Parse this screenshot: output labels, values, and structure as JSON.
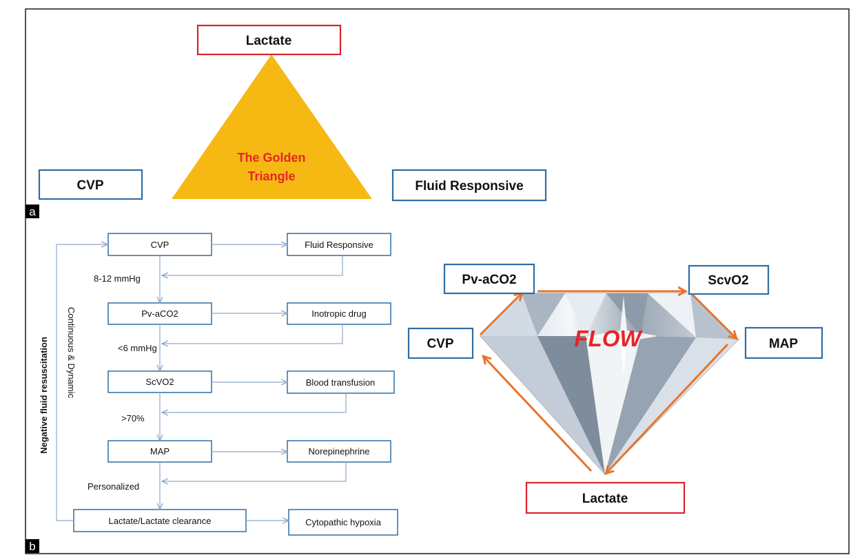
{
  "panel_a": {
    "label": "a",
    "top_node": "Lactate",
    "center_line1": "The Golden",
    "center_line2": "Triangle",
    "left_node": "CVP",
    "right_node": "Fluid Responsive"
  },
  "panel_b": {
    "label": "b",
    "flow_main": [
      "CVP",
      "Pv-aCO2",
      "ScVO2",
      "MAP",
      "Lactate/Lactate clearance"
    ],
    "flow_side": [
      "Fluid Responsive",
      "Inotropic drug",
      "Blood transfusion",
      "Norepinephrine",
      "Cytopathic hypoxia"
    ],
    "thresholds": [
      "8-12 mmHg",
      "<6 mmHg",
      ">70%",
      "Personalized"
    ],
    "vertical_outer": "Negative fluid resuscitation",
    "vertical_inner": "Continuous & Dynamic",
    "diamond": {
      "center": "FLOW",
      "top_left": "Pv-aCO2",
      "top_right": "ScvO2",
      "left": "CVP",
      "right": "MAP",
      "bottom": "Lactate"
    }
  },
  "colors": {
    "blue_border": "#2e6da4",
    "red_border": "#d9232d",
    "triangle": "#f6b914",
    "center_text": "#e8232a",
    "arrow_blue": "#8fa9cc",
    "orange": "#e8742a",
    "frame": "#1a1a1a"
  }
}
